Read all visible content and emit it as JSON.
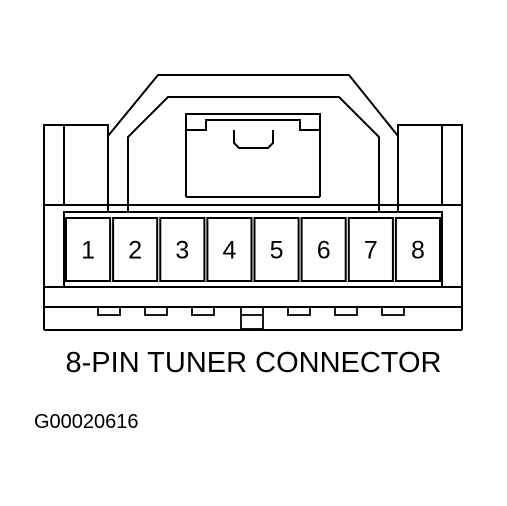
{
  "diagram": {
    "caption": "8-PIN TUNER CONNECTOR",
    "figure_id": "G00020616",
    "pins": [
      {
        "label": "1"
      },
      {
        "label": "2"
      },
      {
        "label": "3"
      },
      {
        "label": "4"
      },
      {
        "label": "5"
      },
      {
        "label": "6"
      },
      {
        "label": "7"
      },
      {
        "label": "8"
      }
    ],
    "colors": {
      "line": "#000000",
      "background": "#ffffff"
    }
  }
}
